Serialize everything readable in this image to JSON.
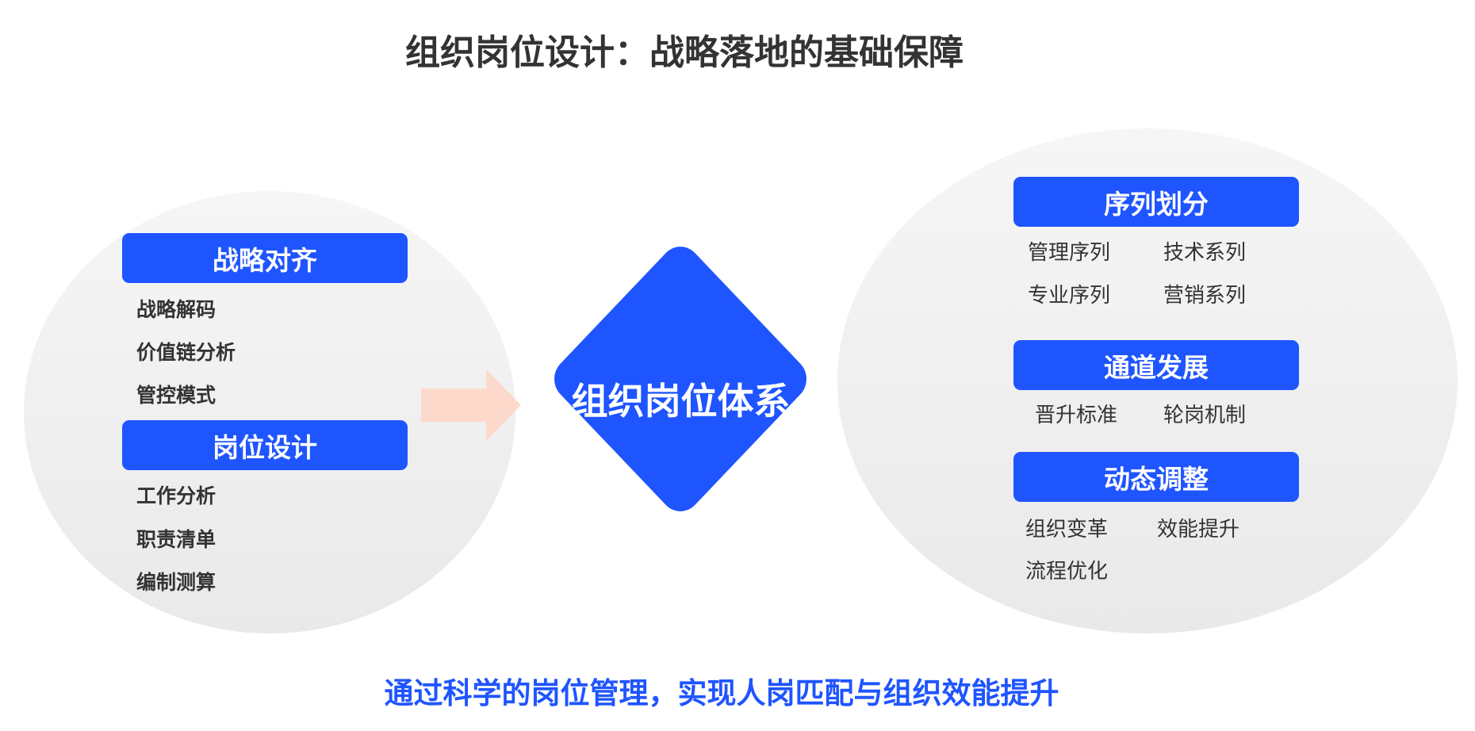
{
  "title": "组织岗位设计：战略落地的基础保障",
  "left": {
    "groups": [
      {
        "header": "战略对齐",
        "items": [
          "战略解码",
          "价值链分析",
          "管控模式"
        ]
      },
      {
        "header": "岗位设计",
        "items": [
          "工作分析",
          "职责清单",
          "编制测算"
        ]
      }
    ]
  },
  "center": {
    "label": "组织岗位体系"
  },
  "right": {
    "groups": [
      {
        "header": "序列划分",
        "items": [
          "管理序列",
          "技术系列",
          "专业序列",
          "营销系列"
        ]
      },
      {
        "header": "通道发展",
        "items": [
          "晋升标准",
          "轮岗机制"
        ]
      },
      {
        "header": "动态调整",
        "items": [
          "组织变革",
          "效能提升",
          "流程优化"
        ]
      }
    ]
  },
  "footer": "通过科学的岗位管理，实现人岗匹配与组织效能提升",
  "colors": {
    "accent": "#1f55ff",
    "arrow": "#fdd9cc",
    "ellipse": "#eeeeee"
  }
}
